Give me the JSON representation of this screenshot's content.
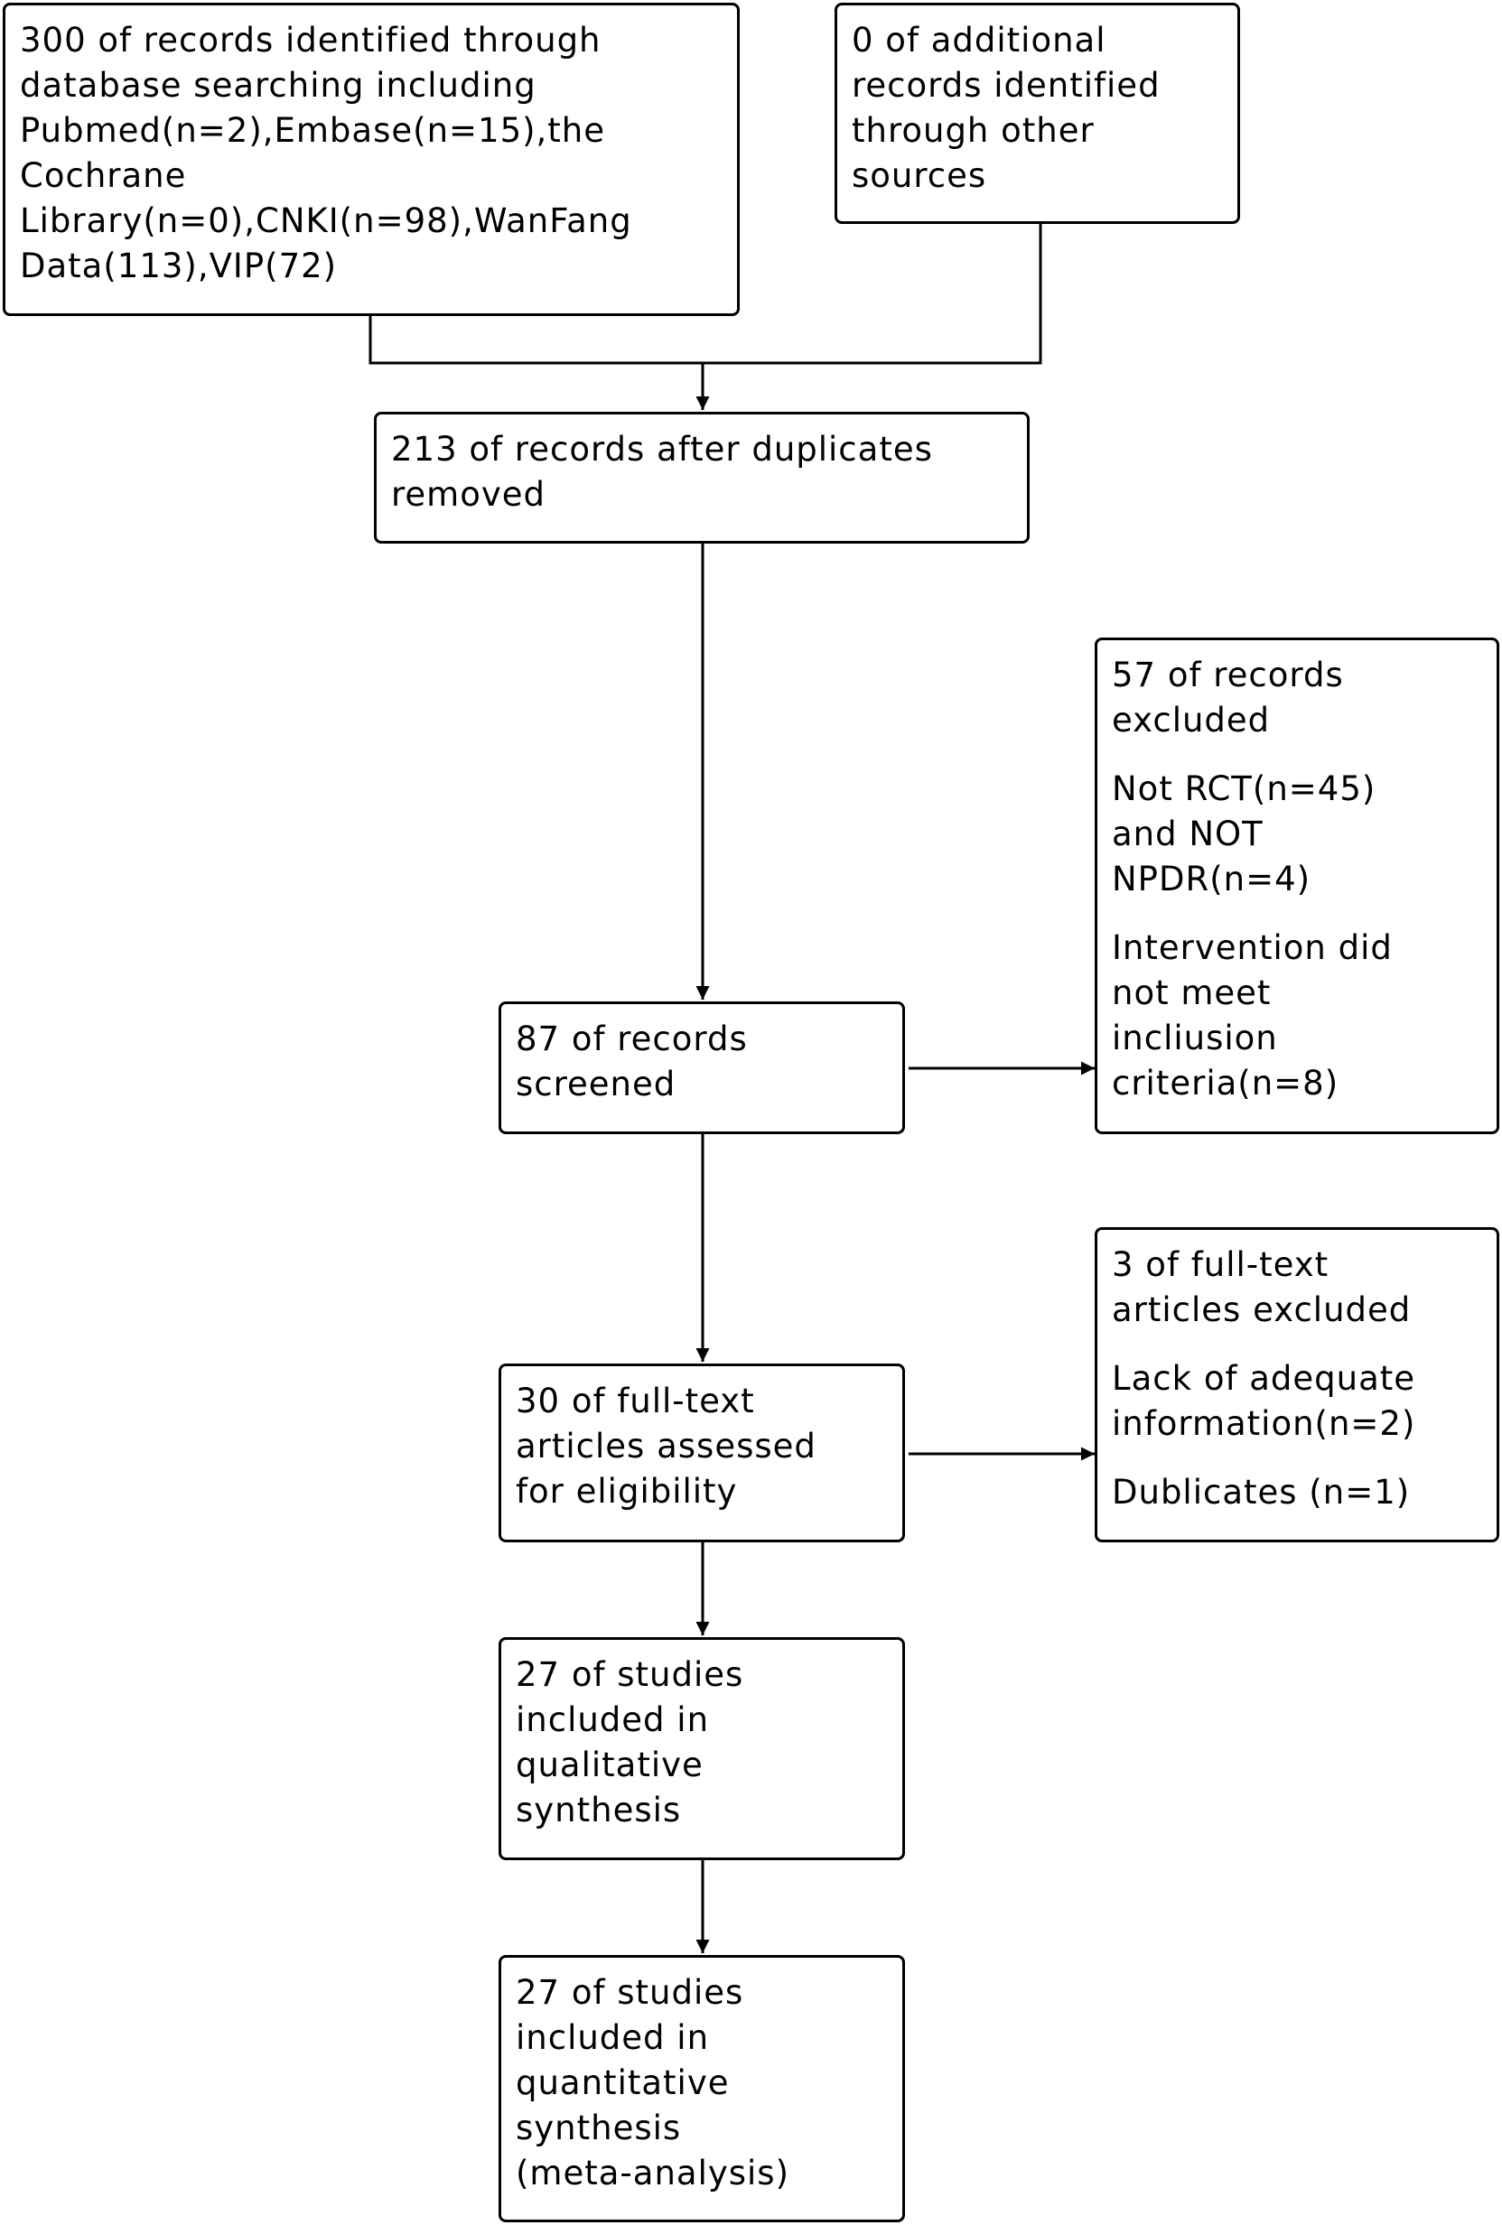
{
  "flow": {
    "identification_db": "300 of records identified through\ndatabase searching including\nPubmed(n=2),Embase(n=15),the\nCochrane\nLibrary(n=0),CNKI(n=98),WanFang\nData(113),VIP(72)",
    "identification_other": "0 of additional\nrecords identified\nthrough other\nsources",
    "after_duplicates": "213 of records after duplicates\nremoved",
    "screened": "87 of records\nscreened",
    "records_excluded": {
      "header": "57 of records\nexcluded",
      "reason_1": "Not RCT(n=45)\nand NOT\nNPDR(n=4)",
      "reason_2": "Intervention did\nnot meet\nincliusion\ncriteria(n=8)"
    },
    "eligibility": "30 of full-text\narticles assessed\nfor eligibility",
    "fulltext_excluded": {
      "header": "3 of full-text\narticles excluded",
      "reason_1": "Lack of adequate\ninformation(n=2)",
      "reason_2": "Dublicates (n=1)"
    },
    "qualitative": "27 of studies\nincluded in\nqualitative\nsynthesis",
    "quantitative": "27 of studies\nincluded in\nquantitative\nsynthesis\n(meta-analysis)"
  }
}
